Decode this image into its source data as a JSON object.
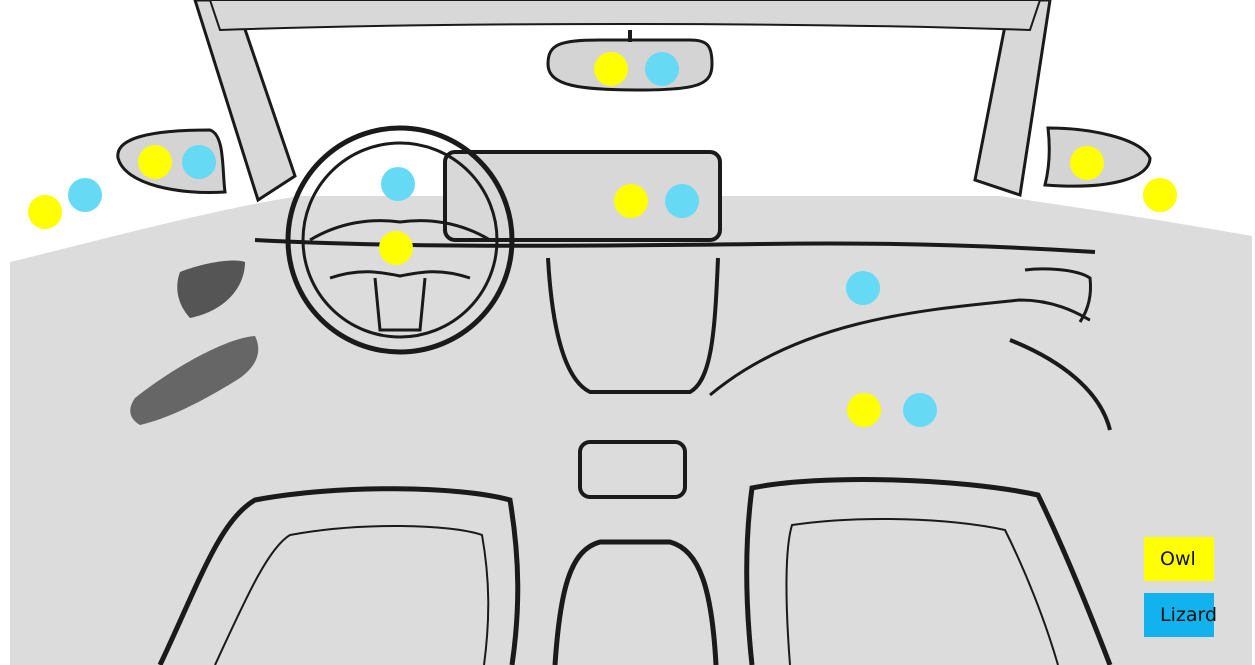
{
  "colors": {
    "owl": "#ffff00",
    "lizard": "#66d9f5",
    "legend_lizard_bg": "#12b2ee",
    "interior": "#dcdcdc",
    "outline": "#1a1a1a",
    "trim": "#666666"
  },
  "legend": {
    "owl_label": "Owl",
    "lizard_label": "Lizard"
  },
  "markers": {
    "owl": [
      {
        "location": "rearview-mirror"
      },
      {
        "location": "left-mirror"
      },
      {
        "location": "left-outside"
      },
      {
        "location": "steering-center"
      },
      {
        "location": "dashboard-screen"
      },
      {
        "location": "right-mirror"
      },
      {
        "location": "right-outside"
      },
      {
        "location": "passenger-lower"
      }
    ],
    "lizard": [
      {
        "location": "rearview-mirror"
      },
      {
        "location": "left-mirror"
      },
      {
        "location": "left-outside"
      },
      {
        "location": "steering-top"
      },
      {
        "location": "dashboard-screen"
      },
      {
        "location": "passenger-dash"
      },
      {
        "location": "passenger-lower"
      }
    ]
  }
}
